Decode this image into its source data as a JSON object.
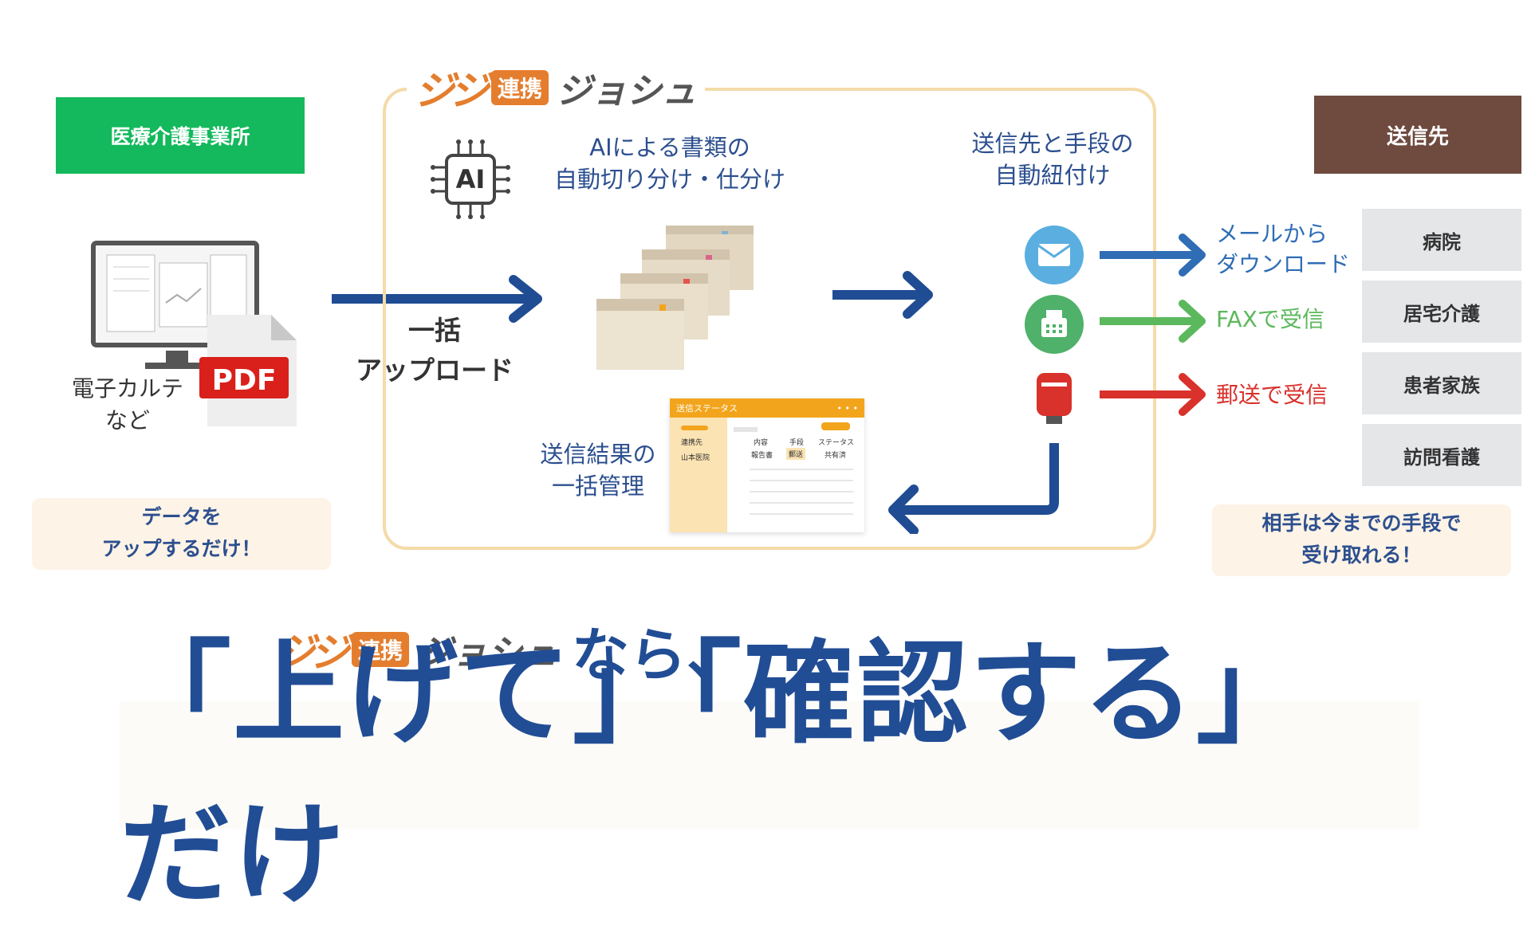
{
  "logo": {
    "mark": "ジジ",
    "badge": "連携",
    "name": "ジョシュ"
  },
  "left": {
    "office_label": "医療介護事業所",
    "pdf_label": "PDF",
    "ehr_line1": "電子カルテ",
    "ehr_line2": "など",
    "note_line1": "データを",
    "note_line2": "アップするだけ！"
  },
  "upload": {
    "line1": "一括",
    "line2": "アップロード"
  },
  "ai": {
    "icon_text": "AI",
    "line1": "AIによる書類の",
    "line2": "自動切り分け・仕分け"
  },
  "auto_link": {
    "line1": "送信先と手段の",
    "line2": "自動紐付け"
  },
  "methods": [
    {
      "line1": "メールから",
      "line2": "ダウンロード",
      "color": "#2f6db5"
    },
    {
      "line1": "FAXで受信",
      "line2": "",
      "color": "#5cb85c"
    },
    {
      "line1": "郵送で受信",
      "line2": "",
      "color": "#d9312b"
    }
  ],
  "results": {
    "line1": "送信結果の",
    "line2": "一括管理"
  },
  "status_card": {
    "title": "送信ステータス",
    "menu": "• • •",
    "col_dest": "連携先",
    "row_dest": "山本医院",
    "col_content": "内容",
    "col_method": "手段",
    "col_status": "ステータス",
    "row_content": "報告書",
    "row_method": "郵送",
    "row_status": "共有済"
  },
  "destination": {
    "header": "送信先",
    "items": [
      "病院",
      "居宅介護",
      "患者家族",
      "訪問看護"
    ],
    "note_line1": "相手は今までの手段で",
    "note_line2": "受け取れる！"
  },
  "tagline": {
    "nara": "なら、",
    "phrase": "「上げて」「確認する」だけ"
  },
  "colors": {
    "green": "#13b95c",
    "brown": "#6e4a3f",
    "orange": "#e47e2e",
    "navy": "#214d95",
    "arrow_blue": "#1f4c93"
  }
}
